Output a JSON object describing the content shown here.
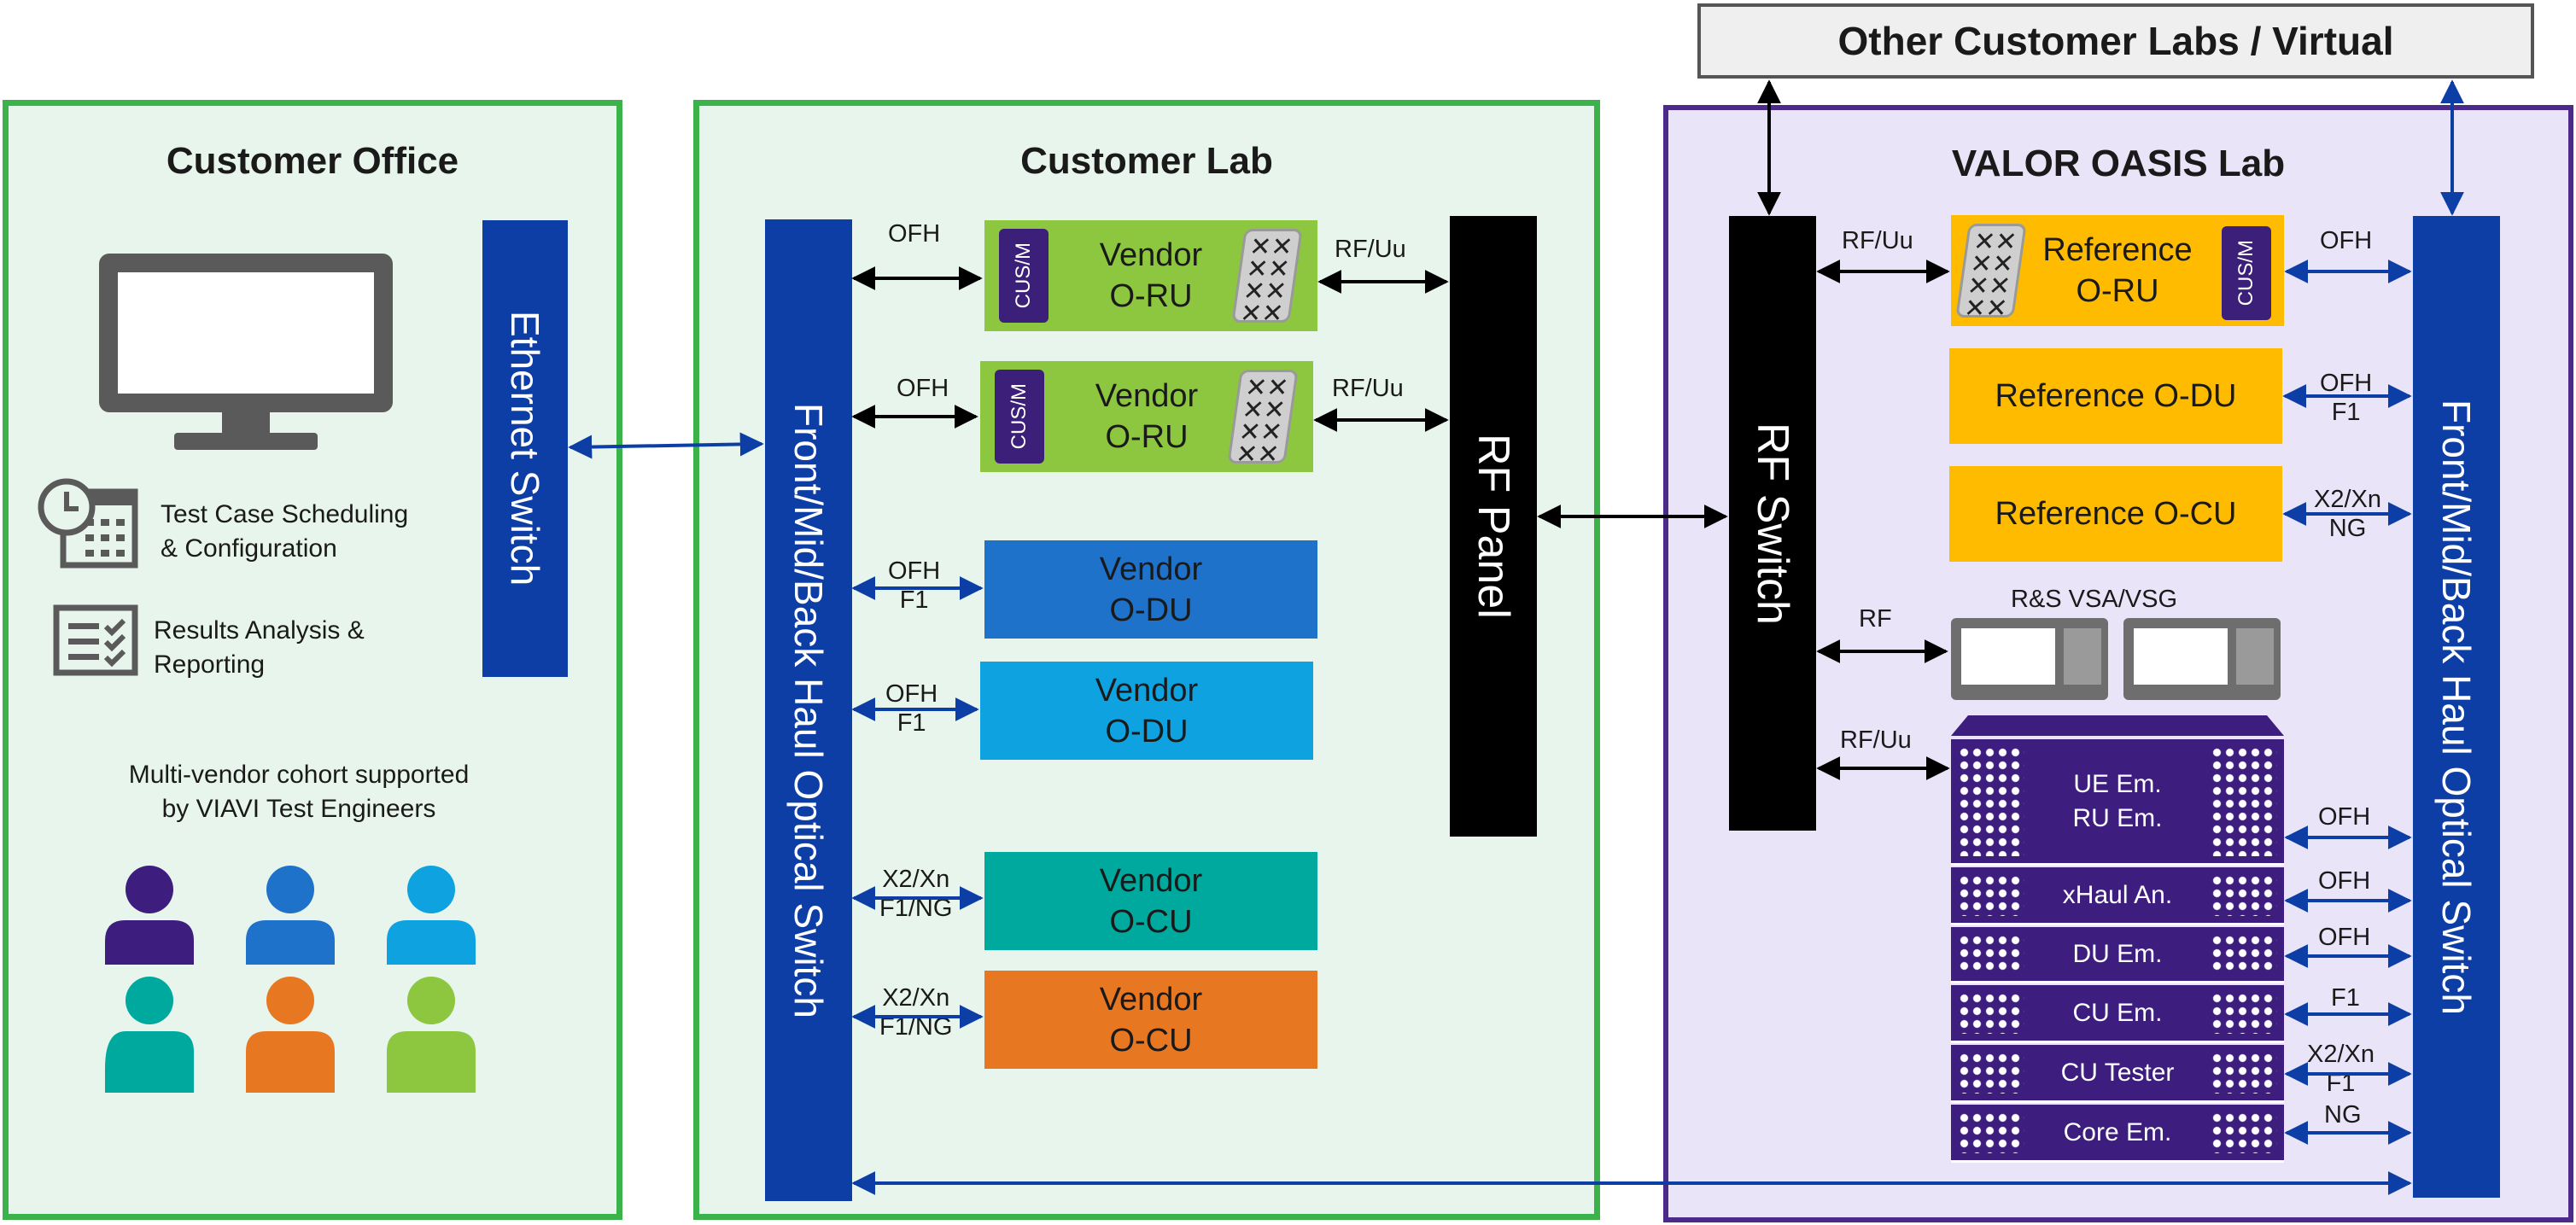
{
  "colors": {
    "office_border": "#3cb34a",
    "office_fill": "#e8f5ec",
    "lab_border": "#3cb34a",
    "lab_fill": "#e8f5ec",
    "oasis_border": "#4b2a8a",
    "oasis_fill": "#e9e4f7",
    "blue_bar": "#0c3ea6",
    "black_bar": "#000000",
    "vendor_oru": "#8dc63f",
    "vendor_odu_1": "#1f72c9",
    "vendor_odu_2": "#0ea3e0",
    "vendor_ocu_1": "#00a99d",
    "vendor_ocu_2": "#e87722",
    "reference": "#ffbb00",
    "rack": "#3d1e7e",
    "arrow_blue": "#0c3ea6",
    "arrow_black": "#000000"
  },
  "top_box": {
    "label": "Other Customer Labs / Virtual"
  },
  "office": {
    "title": "Customer Office",
    "ethernet_switch": "Ethernet Switch",
    "features": [
      {
        "icon": "calendar-clock-icon",
        "label": "Test Case Scheduling\n& Configuration"
      },
      {
        "icon": "checklist-icon",
        "label": "Results Analysis &\nReporting"
      }
    ],
    "cohort_text": "Multi-vendor cohort supported\nby VIAVI Test Engineers",
    "people_colors": [
      "#3d1e7e",
      "#1f72c9",
      "#0ea3e0",
      "#00a99d",
      "#e87722",
      "#8dc63f"
    ]
  },
  "lab": {
    "title": "Customer Lab",
    "switch": "Front/Mid/Back Haul Optical Switch",
    "rf_panel": "RF Panel",
    "oru_label": "Vendor\nO-RU",
    "cusm": "CUS/M",
    "odu_label": "Vendor\nO-DU",
    "ocu_label": "Vendor\nO-CU",
    "links": {
      "ofh": "OFH",
      "rfuu": "RF/Uu",
      "ofh_f1": "OFH\nF1",
      "x2_f1": "X2/Xn\nF1/NG"
    }
  },
  "oasis": {
    "title": "VALOR OASIS Lab",
    "rf_switch": "RF Switch",
    "switch": "Front/Mid/Back Haul Optical Switch",
    "ref_oru": "Reference\nO-RU",
    "cusm": "CUS/M",
    "ref_odu": "Reference O-DU",
    "ref_ocu": "Reference O-CU",
    "vsa_label": "R&S VSA/VSG",
    "rack_items": [
      "UE Em.\nRU Em.",
      "xHaul An.",
      "DU Em.",
      "CU Em.",
      "CU Tester",
      "Core Em."
    ],
    "links": {
      "rfuu": "RF/Uu",
      "ofh": "OFH",
      "ofh_f1": "OFH\nF1",
      "x2_ng": "X2/Xn\nNG",
      "rf": "RF",
      "rack": [
        "OFH",
        "OFH",
        "OFH",
        "F1",
        "X2/Xn\nF1",
        "NG"
      ]
    }
  }
}
